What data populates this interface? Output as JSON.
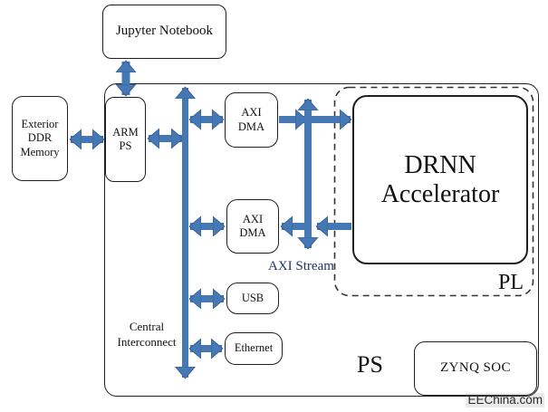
{
  "boxes": {
    "jupyter_notebook": {
      "label": "Jupyter Notebook"
    },
    "exterior_ddr_memory": {
      "lines": [
        "Exterior",
        "DDR",
        "Memory"
      ]
    },
    "arm_ps": {
      "lines": [
        "ARM",
        "PS"
      ]
    },
    "axi_dma_top": {
      "lines": [
        "AXI",
        "DMA"
      ]
    },
    "axi_dma_bottom": {
      "lines": [
        "AXI",
        "DMA"
      ]
    },
    "usb": {
      "label": "USB"
    },
    "ethernet": {
      "label": "Ethernet"
    },
    "drnn_accelerator": {
      "lines": [
        "DRNN",
        "Accelerator"
      ]
    },
    "zynq_soc": {
      "label": "ZYNQ SOC"
    }
  },
  "labels": {
    "axi_stream": "AXI Stream",
    "central_interconnect": {
      "lines": [
        "Central",
        "Interconnect"
      ]
    },
    "pl_region": "PL",
    "ps_region": "PS",
    "watermark": "EEChina.com"
  },
  "colors": {
    "arrow_fill": "#4678b4",
    "arrow_edge": "#2f5b93",
    "box_border": "#1f1f1f",
    "axi_stream_text": "#1f3864",
    "background": "#ffffff"
  }
}
